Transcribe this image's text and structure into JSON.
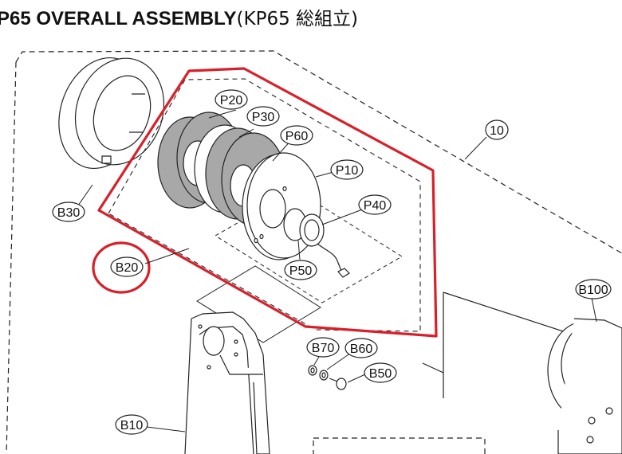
{
  "title": {
    "main": "P65 OVERALL ASSEMBLY",
    "sub": "(KP65 総組立)"
  },
  "callouts": {
    "assembly": "10",
    "p20": "P20",
    "p30": "P30",
    "p60": "P60",
    "p10": "P10",
    "p40": "P40",
    "p50": "P50",
    "b30": "B30",
    "b20": "B20",
    "b100": "B100",
    "b70": "B70",
    "b60": "B60",
    "b50": "B50",
    "b10": "B10"
  },
  "colors": {
    "highlight": "#d8202a",
    "line": "#222222",
    "magnet": "#a8a8a8"
  }
}
